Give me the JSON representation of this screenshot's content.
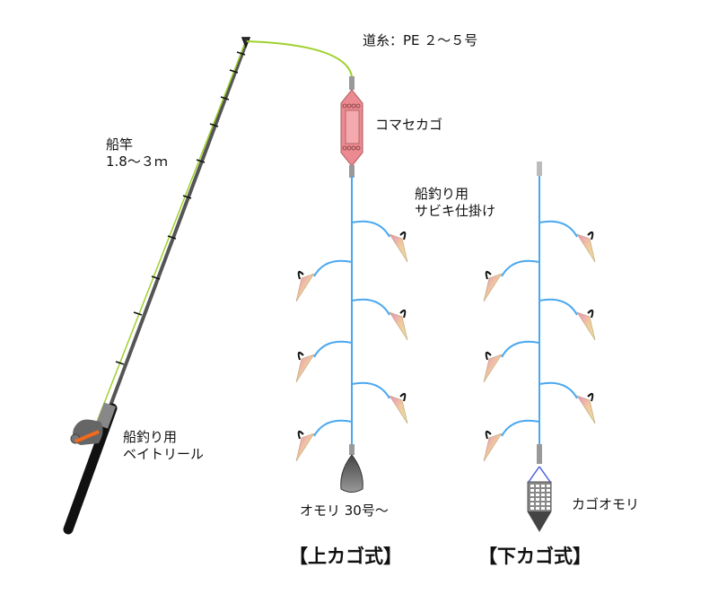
{
  "labels": {
    "main_line": "道糸：PE ２～５号",
    "chum_basket": "コマセカゴ",
    "rod_line1": "船竿",
    "rod_line2": "1.8～３ｍ",
    "rig_line1": "船釣り用",
    "rig_line2": "サビキ仕掛け",
    "reel_line1": "船釣り用",
    "reel_line2": "ベイトリール",
    "sinker": "オモリ 30号～",
    "basket_sinker": "カゴオモリ"
  },
  "titles": {
    "upper_basket": "【上カゴ式】",
    "lower_basket": "【下カゴ式】"
  },
  "colors": {
    "main_line": "#9ed12c",
    "leader": "#4aa8f0",
    "basket": "#ec8a92",
    "rod": "#222222",
    "reel_handle": "#f26a1b"
  }
}
